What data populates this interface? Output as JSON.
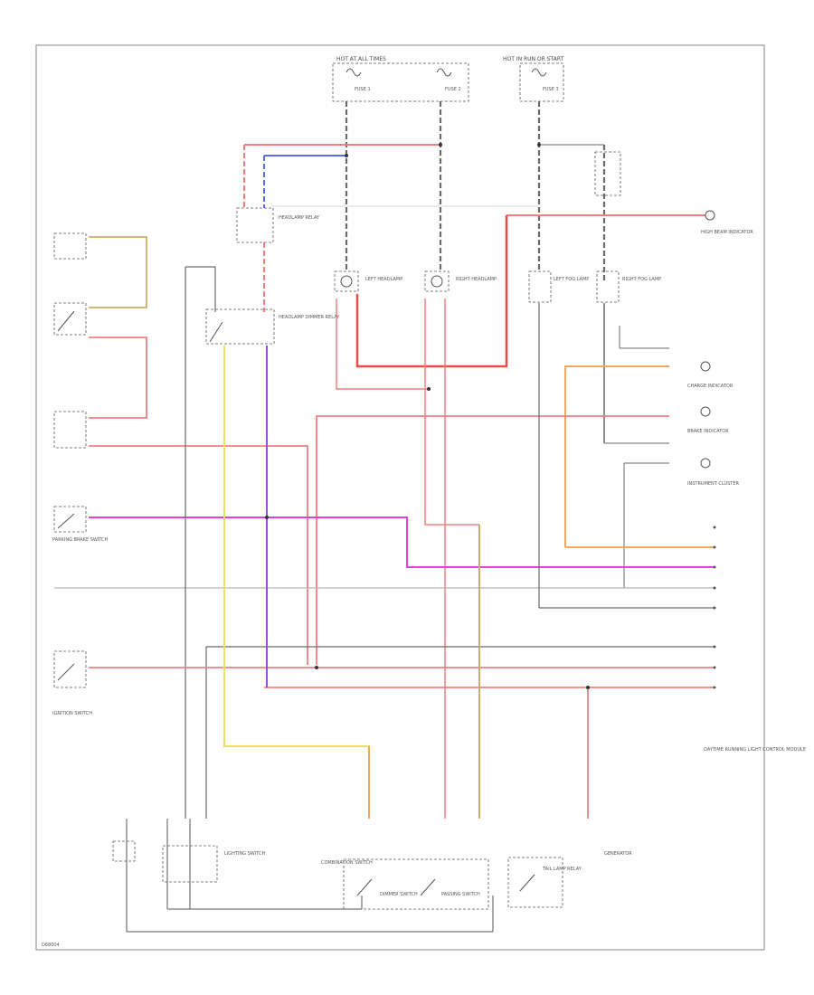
{
  "labels": {
    "fuse_box_top": "HOT AT ALL TIMES",
    "fuse_box_top_right": "HOT IN RUN OR START",
    "fuse_a": "FUSE 1",
    "fuse_b": "FUSE 2",
    "fuse_c": "FUSE 3",
    "headlamp_relay": "HEADLAMP RELAY",
    "dimmer_relay": "HEADLAMP DIMMER RELAY",
    "left_headlamp": "LEFT HEADLAMP",
    "right_headlamp": "RIGHT HEADLAMP",
    "left_fog": "LEFT FOG LAMP",
    "right_fog": "RIGHT FOG LAMP",
    "high_beam_indicator": "HIGH BEAM INDICATOR",
    "daytime_module": "DAYTIME RUNNING LIGHT CONTROL MODULE",
    "ignition_switch": "IGNITION SWITCH",
    "parking_brake": "PARKING BRAKE SWITCH",
    "lighting_switch": "LIGHTING SWITCH",
    "combination_switch": "COMBINATION SWITCH",
    "dimmer_switch": "DIMMER SWITCH",
    "passing_switch": "PASSING SWITCH",
    "tail_lamp_relay": "TAIL LAMP RELAY",
    "charge_indicator": "CHARGE INDICATOR",
    "brake_indicator": "BRAKE INDICATOR",
    "generator": "GENERATOR",
    "instrument_cluster": "INSTRUMENT CLUSTER",
    "footer_code": "D68004"
  },
  "wire_colors": {
    "red": "#f08080",
    "red_strong": "#e84b4b",
    "blue": "#5c6cf0",
    "yellow": "#f0e060",
    "orange": "#f0a860",
    "magenta": "#e040e0",
    "purple": "#9a4ae0",
    "olive": "#c8b060",
    "gray": "#6a6a6a",
    "light_gray": "#b8b8b8"
  }
}
